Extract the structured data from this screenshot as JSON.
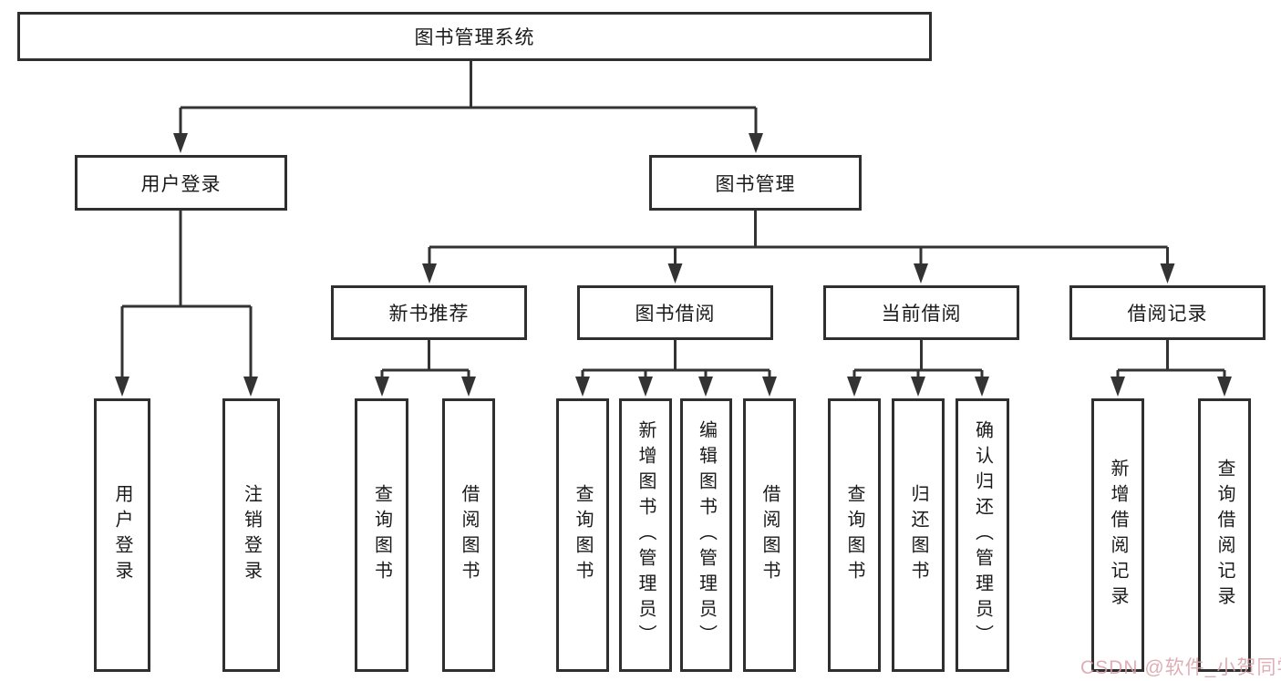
{
  "root": {
    "label": "图书管理系统"
  },
  "branches": [
    {
      "label": "用户登录",
      "children": [
        {
          "label": "用户登录"
        },
        {
          "label": "注销登录"
        }
      ]
    },
    {
      "label": "图书管理",
      "children": [
        {
          "label": "新书推荐",
          "children": [
            {
              "label": "查询图书"
            },
            {
              "label": "借阅图书"
            }
          ]
        },
        {
          "label": "图书借阅",
          "children": [
            {
              "label": "查询图书"
            },
            {
              "label": "新增图书（管理员）"
            },
            {
              "label": "编辑图书（管理员）"
            },
            {
              "label": "借阅图书"
            }
          ]
        },
        {
          "label": "当前借阅",
          "children": [
            {
              "label": "查询图书"
            },
            {
              "label": "归还图书"
            },
            {
              "label": "确认归还（管理员）"
            }
          ]
        },
        {
          "label": "借阅记录",
          "children": [
            {
              "label": "新增借阅记录"
            },
            {
              "label": "查询借阅记录"
            }
          ]
        }
      ]
    }
  ],
  "watermark": {
    "text": "CSDN @软件_小贺同学"
  },
  "colors": {
    "line": "#333333",
    "box_border": "#2f2f2f",
    "box_fill": "#ffffff",
    "text": "#1a1a1a",
    "watermark": "#d9a1a8",
    "background": "#ffffff"
  }
}
